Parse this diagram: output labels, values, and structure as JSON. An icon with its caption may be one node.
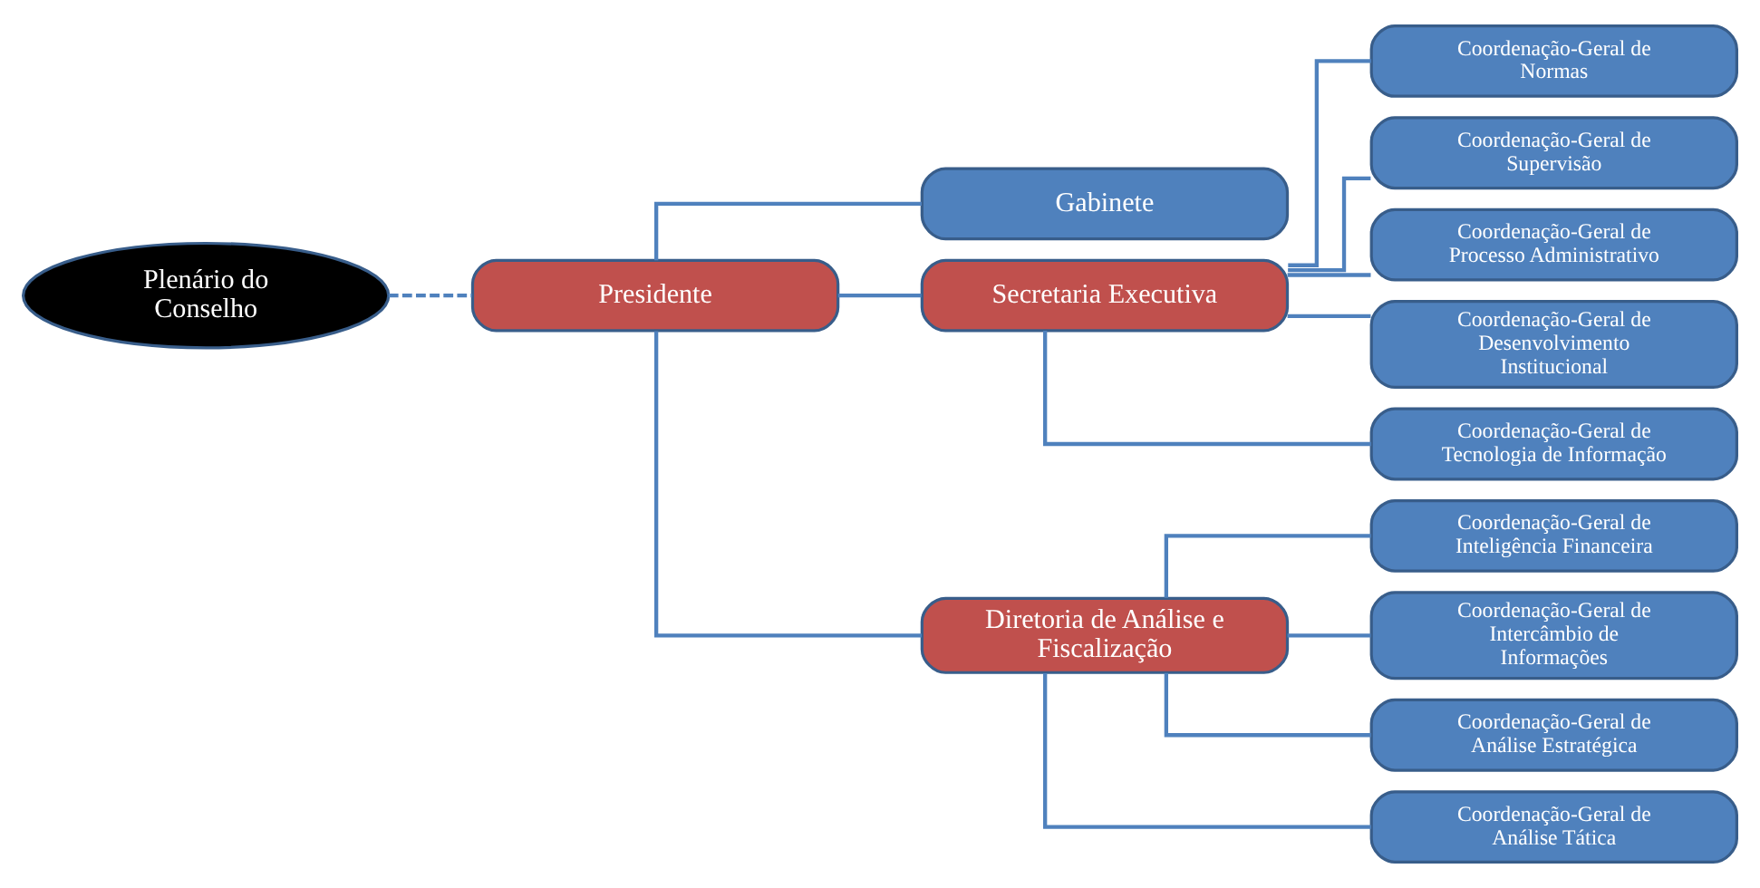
{
  "diagram": {
    "nodes": [
      {
        "text": [
          "Plenário do Conselho"
        ]
      },
      {
        "text": [
          "Presidente"
        ]
      },
      {
        "text": [
          "Gabinete"
        ]
      },
      {
        "text": [
          "Secretaria Executiva"
        ]
      },
      {
        "text": [
          "Diretoria de Análise e Fiscalização"
        ]
      },
      {
        "text": [
          "Coordenação-Geral de Normas"
        ]
      },
      {
        "text": [
          "Coordenação-Geral de Supervisão"
        ]
      },
      {
        "text": [
          "Coordenação-Geral de Processo Administrativo"
        ]
      },
      {
        "text": [
          "Coordenação-Geral de Desenvolvimento Institucional"
        ]
      },
      {
        "text": [
          "Coordenação-Geral de Tecnologia de Informação"
        ]
      },
      {
        "text": [
          "Coordenação-Geral de Inteligência Financeira"
        ]
      },
      {
        "text": [
          "Coordenação-Geral de Intercâmbio de Informações"
        ]
      },
      {
        "text": [
          "Coordenação-Geral de Análise Estratégica"
        ]
      },
      {
        "text": [
          "Coordenação-Geral de Análise Tática"
        ]
      }
    ],
    "edges": [
      {
        "from": 0,
        "to": 1,
        "arrow": "none",
        "style": "dashed"
      },
      {
        "from": 1,
        "to": 2,
        "arrow": "none"
      },
      {
        "from": 1,
        "to": 3,
        "arrow": "none"
      },
      {
        "from": 1,
        "to": 4,
        "arrow": "none"
      },
      {
        "from": 3,
        "to": 5,
        "arrow": "none"
      },
      {
        "from": 3,
        "to": 6,
        "arrow": "none"
      },
      {
        "from": 3,
        "to": 7,
        "arrow": "none"
      },
      {
        "from": 3,
        "to": 8,
        "arrow": "none"
      },
      {
        "from": 3,
        "to": 9,
        "arrow": "none"
      },
      {
        "from": 4,
        "to": 10,
        "arrow": "none"
      },
      {
        "from": 4,
        "to": 11,
        "arrow": "none"
      },
      {
        "from": 4,
        "to": 12,
        "arrow": "none"
      },
      {
        "from": 4,
        "to": 13,
        "arrow": "none"
      }
    ]
  }
}
